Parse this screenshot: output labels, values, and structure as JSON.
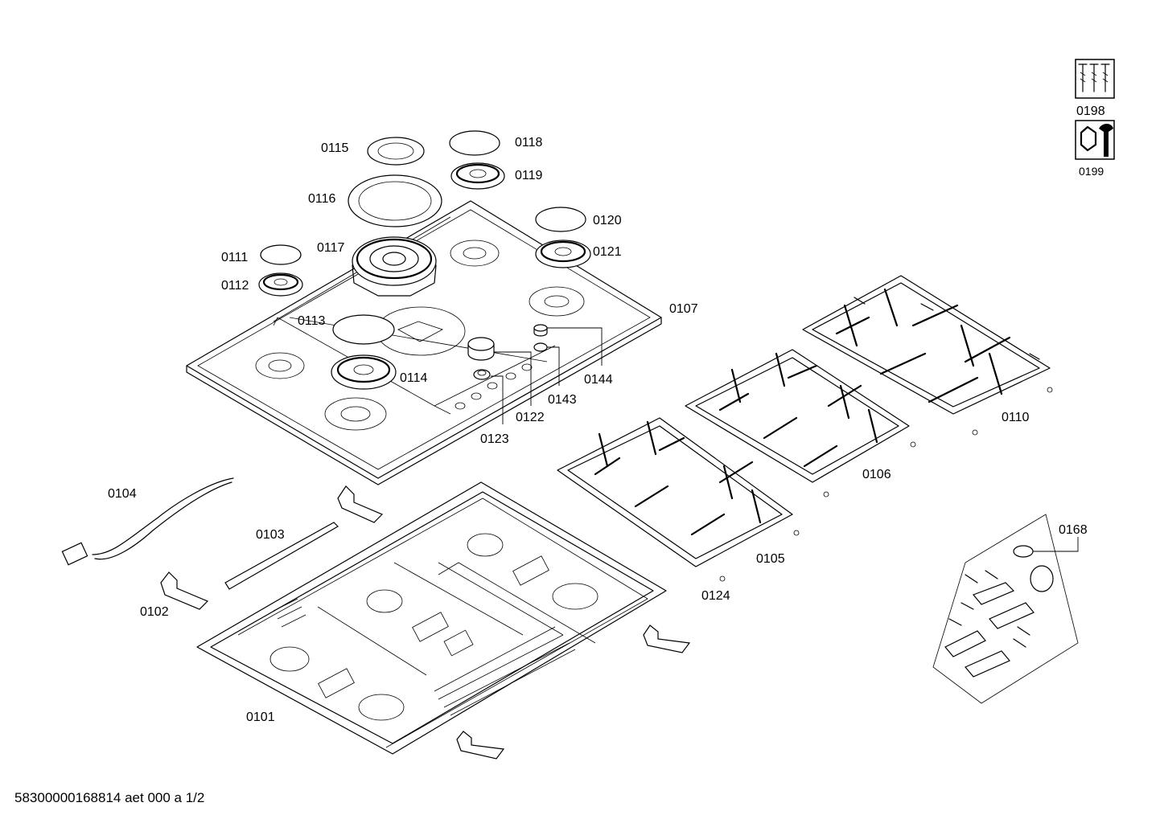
{
  "diagram": {
    "labels": {
      "p0101": "0101",
      "p0102": "0102",
      "p0103": "0103",
      "p0104": "0104",
      "p0105": "0105",
      "p0106": "0106",
      "p0107": "0107",
      "p0110": "0110",
      "p0111": "0111",
      "p0112": "0112",
      "p0113": "0113",
      "p0114": "0114",
      "p0115": "0115",
      "p0116": "0116",
      "p0117": "0117",
      "p0118": "0118",
      "p0119": "0119",
      "p0120": "0120",
      "p0121": "0121",
      "p0122": "0122",
      "p0123": "0123",
      "p0124": "0124",
      "p0143": "0143",
      "p0144": "0144",
      "p0168": "0168",
      "p0198": "0198",
      "p0199": "0199"
    },
    "icons": {
      "screws": "screws-icon",
      "wrench": "wrench-nut-icon"
    },
    "footer": "58300000168814 aet 000 a 1/2"
  }
}
